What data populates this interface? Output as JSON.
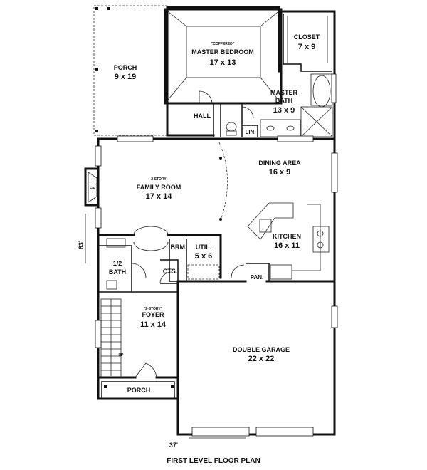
{
  "rooms": {
    "porch_top": {
      "name": "PORCH",
      "size": "9 x 19"
    },
    "master_bedroom": {
      "note": "\"COFFERED\"",
      "name": "MASTER BEDROOM",
      "size": "17 x 13"
    },
    "closet": {
      "name": "CLOSET",
      "size": "7 x 9"
    },
    "master_bath": {
      "name_line1": "MASTER",
      "name_line2": "BATH",
      "size": "13 x 9"
    },
    "hall": {
      "name": "HALL"
    },
    "lin": {
      "name": "LIN."
    },
    "dining": {
      "name": "DINING AREA",
      "size": "16 x 9"
    },
    "family": {
      "note": "2-STORY",
      "name": "FAMILY ROOM",
      "size": "17 x 14"
    },
    "fireplace": {
      "name": "F/P"
    },
    "kitchen": {
      "name": "KITCHEN",
      "size": "16 x 11"
    },
    "brm": {
      "name": "BRM."
    },
    "util": {
      "name": "UTIL.",
      "size": "5 x 6"
    },
    "half_bath": {
      "name_line1": "1/2",
      "name_line2": "BATH"
    },
    "cts": {
      "name": "CTS."
    },
    "pan": {
      "name": "PAN."
    },
    "foyer": {
      "note": "\"2-STORY\"",
      "name": "FOYER",
      "size": "11 x 14"
    },
    "up": {
      "name": "UP"
    },
    "garage": {
      "name": "DOUBLE GARAGE",
      "size": "22 x 22"
    },
    "porch_front": {
      "name": "PORCH"
    }
  },
  "dimensions": {
    "depth": "63'",
    "width": "37'"
  },
  "title": "FIRST LEVEL FLOOR PLAN"
}
